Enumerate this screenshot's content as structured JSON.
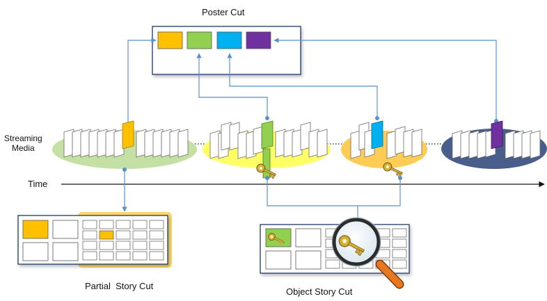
{
  "labels": {
    "poster_cut": "Poster Cut",
    "streaming_media": "Streaming\nMedia",
    "time": "Time",
    "partial_story_cut": "Partial  Story Cut",
    "object_story_cut": "Object Story Cut"
  },
  "colors": {
    "yellow": "#FFC000",
    "green": "#92D050",
    "cyan": "#00B0F0",
    "purple": "#7030A0",
    "line": "#5B8FCB",
    "panel_border": "#1F3864",
    "segment_green": "#C5E0A5",
    "segment_yellow": "#FFFF66",
    "segment_orange": "#FFCC55",
    "segment_navy": "#4A5E8C",
    "magnifier_handle": "#E87722"
  },
  "icons": [
    "key-icon",
    "magnifier-icon"
  ]
}
